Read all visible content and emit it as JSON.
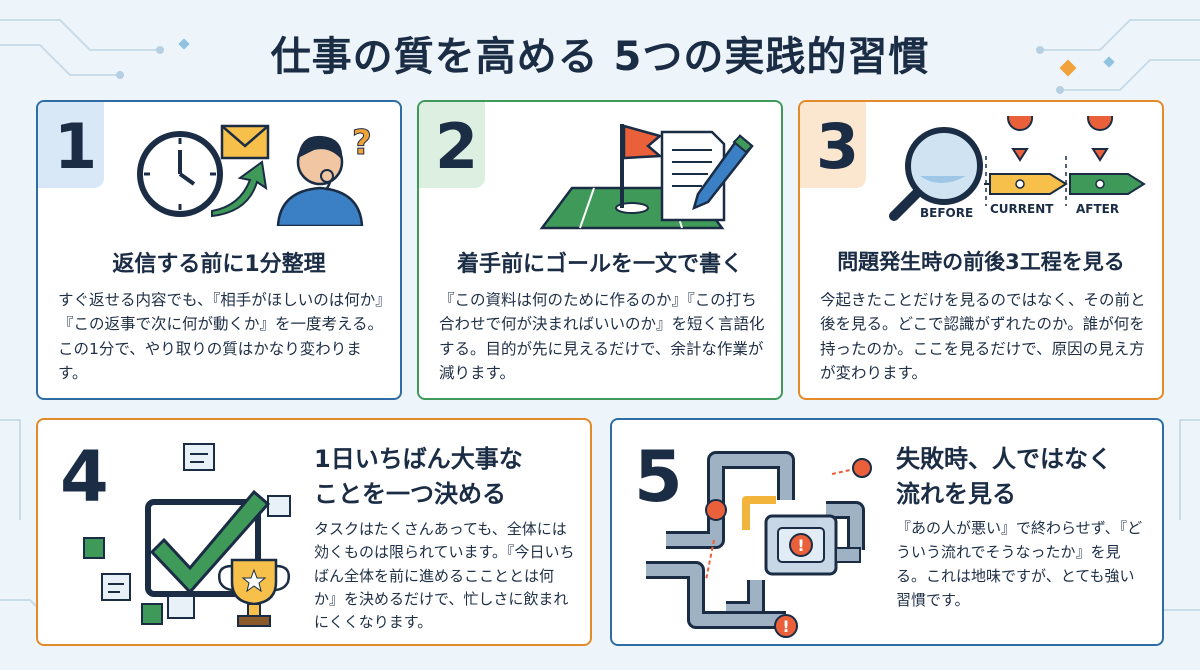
{
  "title": "仕事の質を高める 5つの実践的習慣",
  "colors": {
    "blue": "#2e6da4",
    "green": "#3f9a5a",
    "orange": "#e38a2b",
    "navy": "#1b2c45"
  },
  "habits": [
    {
      "number": "1",
      "heading": "返信する前に1分整理",
      "body": "すぐ返せる内容でも、『相手がほしいのは何か』『この返事で次に何が動くか』を一度考える。この1分で、やり取りの質はかなり変わります。",
      "icons": [
        "clock-icon",
        "mail-icon",
        "arrow-icon",
        "thinking-person-icon",
        "question-mark-icon"
      ]
    },
    {
      "number": "2",
      "heading": "着手前にゴールを一文で書く",
      "body": "『この資料は何のために作るのか』『この打ち合わせで何が決まればいいのか』を短く言語化する。目的が先に見えるだけで、余計な作業が減ります。",
      "icons": [
        "goal-flag-icon",
        "field-icon",
        "document-icon",
        "pen-icon"
      ]
    },
    {
      "number": "3",
      "heading": "問題発生時の前後3工程を見る",
      "body": "今起きたことだけを見るのではなく、その前と後を見る。どこで認識がずれたのか。誰が何を持ったのか。ここを見るだけで、原因の見え方が変わります。",
      "labels": [
        "BEFORE",
        "CURRENT",
        "AFTER"
      ],
      "icons": [
        "magnifier-icon",
        "alert-icon",
        "process-arrow-icon"
      ]
    },
    {
      "number": "4",
      "heading_lines": [
        "1日いちばん大事な",
        "ことを一つ決める"
      ],
      "body": "タスクはたくさんあっても、全体には効くものは限られています。『今日いちばん全体を前に進めるここととは何か』を決めるだけで、忙しさに飲まれにくくなります。",
      "icons": [
        "big-checkmark-icon",
        "trophy-icon",
        "task-note-icon"
      ]
    },
    {
      "number": "5",
      "heading_lines": [
        "失敗時、人ではなく",
        "流れを見る"
      ],
      "body": "『あの人が悪い』で終わらせず、『どういう流れでそうなったか』を見る。これは地味ですが、とても強い習慣です。",
      "icons": [
        "pipes-icon",
        "alert-icon",
        "valve-icon"
      ]
    }
  ]
}
